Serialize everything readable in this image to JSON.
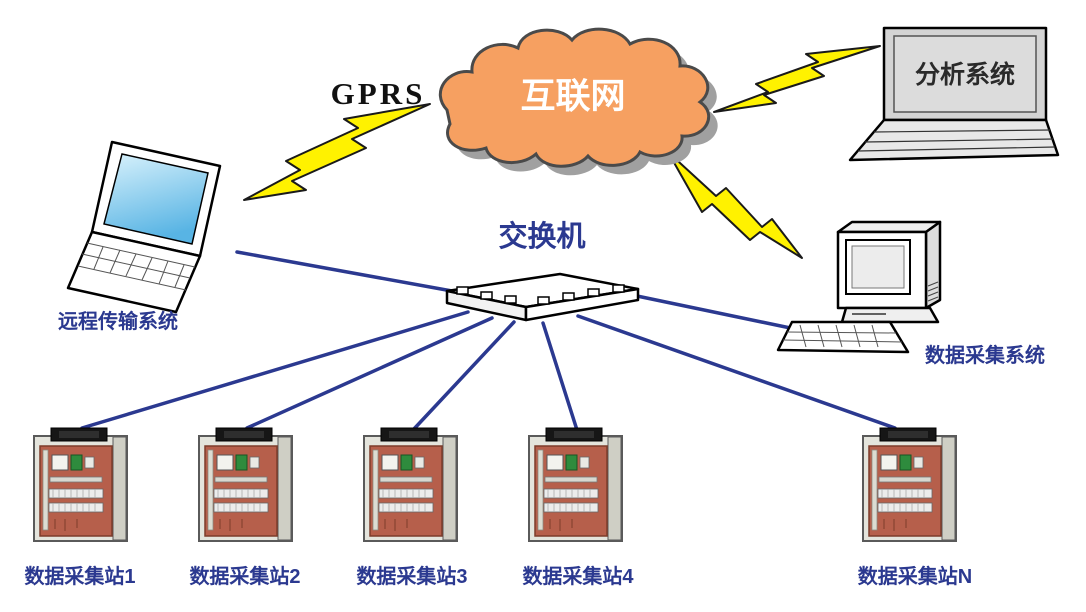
{
  "diagram": {
    "cloud": {
      "label": "互联网"
    },
    "gprs": {
      "label": "GPRS"
    },
    "switch": {
      "label": "交换机"
    },
    "remote_transmission": {
      "label": "远程传输系统"
    },
    "analysis_system": {
      "label": "分析系统"
    },
    "data_acquisition_system": {
      "label": "数据采集系统"
    },
    "stations": [
      {
        "label": "数据采集站1"
      },
      {
        "label": "数据采集站2"
      },
      {
        "label": "数据采集站3"
      },
      {
        "label": "数据采集站4"
      },
      {
        "label": "数据采集站N"
      }
    ],
    "colors": {
      "cloud_fill": "#F6A061",
      "cloud_outline": "#4A4A4A",
      "label_blue": "#2B3990",
      "connection_blue": "#2B3990",
      "lightning_yellow": "#FFF200"
    }
  }
}
